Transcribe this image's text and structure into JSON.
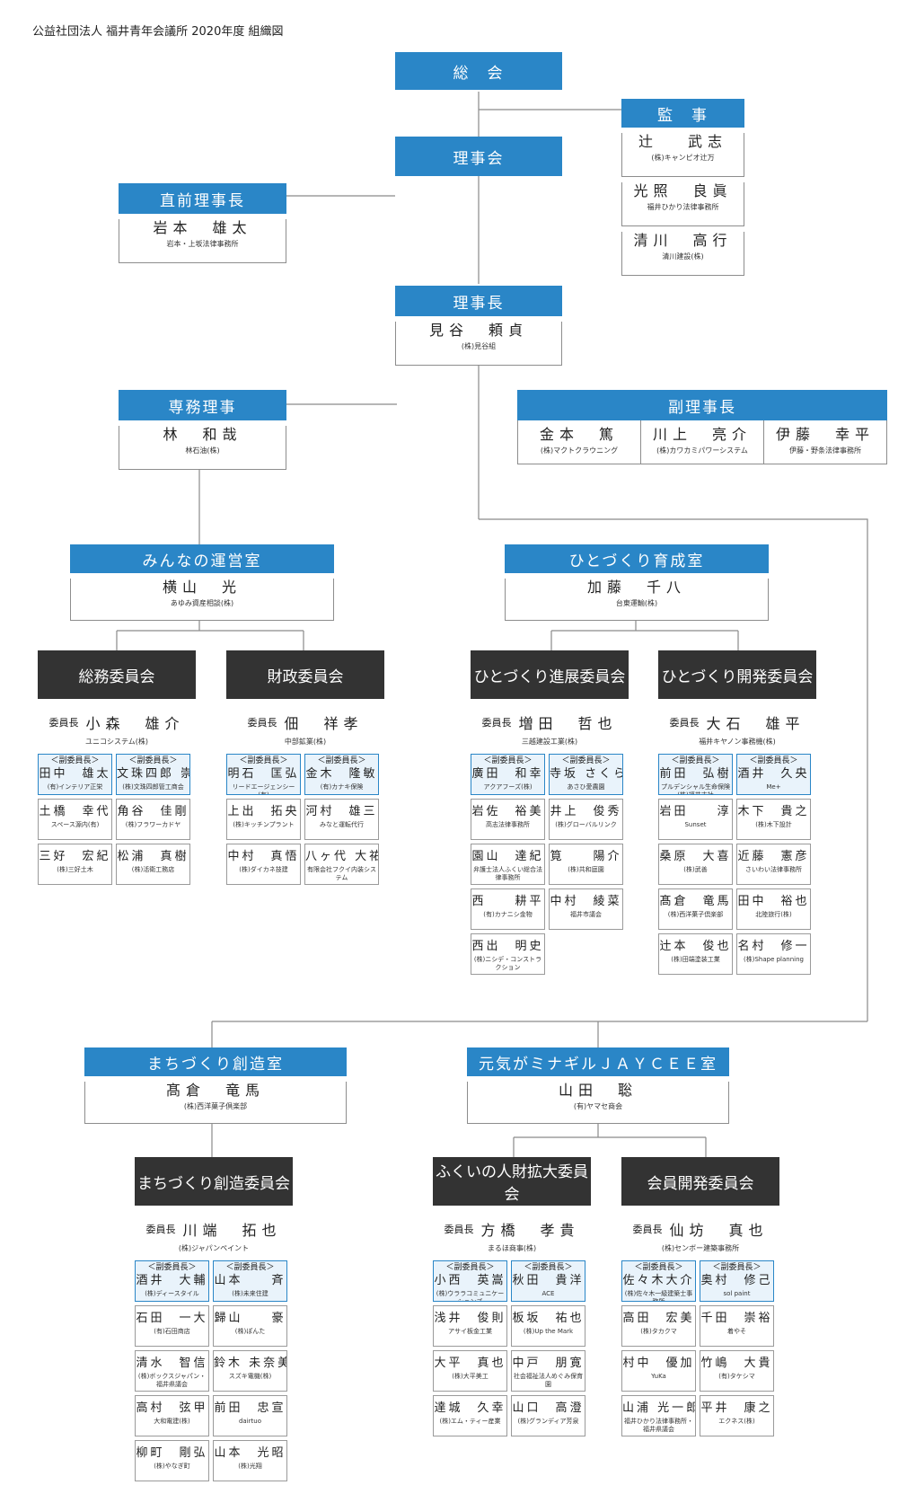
{
  "page_title": "公益社団法人 福井青年会議所 2020年度 組織図",
  "vice_label": "＜副委員長＞",
  "chair_label": "委員長",
  "colors": {
    "blue": "#2a86c7",
    "dark": "#333333",
    "vice_bg": "#e9f3fb",
    "border": "#8d8d8d"
  },
  "top": {
    "soukai": "総　会",
    "rijikai": "理事会",
    "kansa": {
      "title": "監　事",
      "members": [
        {
          "name": "辻　 武志",
          "org": "(株)キャンピオ辻万"
        },
        {
          "name": "光照　良眞",
          "org": "福井ひかり法律事務所"
        },
        {
          "name": "清川　高行",
          "org": "清川建設(株)"
        }
      ]
    },
    "chokuzen": {
      "title": "直前理事長",
      "name": "岩本　雄太",
      "org": "岩本・上坂法律事務所"
    },
    "rijicho": {
      "title": "理事長",
      "name": "見谷　頼貞",
      "org": "(株)見谷組"
    },
    "senmu": {
      "title": "専務理事",
      "name": "林　和哉",
      "org": "林石油(株)"
    },
    "fuku": {
      "title": "副理事長",
      "members": [
        {
          "name": "金本　篤",
          "org": "(株)マクトクラウニング"
        },
        {
          "name": "川上　亮介",
          "org": "(株)カワカミパワーシステム"
        },
        {
          "name": "伊藤　幸平",
          "org": "伊藤・野条法律事務所"
        }
      ]
    }
  },
  "offices": [
    {
      "title": "みんなの運営室",
      "name": "横山　光",
      "org": "あゆみ資産相談(株)"
    },
    {
      "title": "ひとづくり育成室",
      "name": "加藤　千八",
      "org": "台東運輸(株)"
    },
    {
      "title": "まちづくり創造室",
      "name": "髙倉　竜馬",
      "org": "(株)西洋菓子倶楽部"
    },
    {
      "title": "元気がミナギルＪＡＹＣＥＥ室",
      "name": "山田　聡",
      "org": "(有)ヤマセ商会"
    }
  ],
  "committees": [
    {
      "title": "総務委員会",
      "chair": "小森　雄介",
      "chair_org": "ユニコシステム(株)",
      "vices": [
        {
          "name": "田中　雄太",
          "org": "(有)インテリア正栄"
        },
        {
          "name": "文珠四郎 崇之",
          "org": "(株)文珠四郎管工商会"
        }
      ],
      "members": [
        {
          "name": "土橋　幸代",
          "org": "スペース源内(有)"
        },
        {
          "name": "角谷　佳剛",
          "org": "(株)フラワーカドヤ"
        },
        {
          "name": "三好　宏紀",
          "org": "(株)三好土木"
        },
        {
          "name": "松浦　真樹",
          "org": "(株)活衛工務店"
        }
      ]
    },
    {
      "title": "財政委員会",
      "chair": "佃　祥孝",
      "chair_org": "中部鉱業(株)",
      "vices": [
        {
          "name": "明石　匡弘",
          "org": "リードエージェンシー(有)"
        },
        {
          "name": "金木　隆敏",
          "org": "(有)カナキ保険"
        }
      ],
      "members": [
        {
          "name": "上出　拓央",
          "org": "(株)キッチンプラント"
        },
        {
          "name": "河村　雄三",
          "org": "みなと運転代行"
        },
        {
          "name": "中村　真悟",
          "org": "(株)ダイカネ技建"
        },
        {
          "name": "八ヶ代 大祐",
          "org": "有限会社フクイ内装システム"
        }
      ]
    },
    {
      "title": "ひとづくり進展委員会",
      "chair": "増田　哲也",
      "chair_org": "三越建設工業(株)",
      "vices": [
        {
          "name": "廣田　和幸",
          "org": "アクアフーズ(株)"
        },
        {
          "name": "寺坂 さくら",
          "org": "あさひ愛農園"
        }
      ],
      "members": [
        {
          "name": "岩佐　裕美",
          "org": "高志法律事務所"
        },
        {
          "name": "井上　俊秀",
          "org": "(株)グローバルリンク"
        },
        {
          "name": "園山　達紀",
          "org": "弁護士法人ふくい総合法律事務所"
        },
        {
          "name": "筧　　陽介",
          "org": "(株)共和庭園"
        },
        {
          "name": "西　　耕平",
          "org": "(有)カナニシ金物"
        },
        {
          "name": "中村　綾菜",
          "org": "福井市議会"
        },
        {
          "name": "西出　明史",
          "org": "(株)ニシデ・コンストラクション"
        }
      ]
    },
    {
      "title": "ひとづくり開発委員会",
      "chair": "大石　雄平",
      "chair_org": "福井キヤノン事務機(株)",
      "vices": [
        {
          "name": "前田　弘樹",
          "org": "プルデンシャル生命保険(株)福井支社"
        },
        {
          "name": "酒井　久央",
          "org": "Me+"
        }
      ],
      "members": [
        {
          "name": "岩田　　淳",
          "org": "Sunset"
        },
        {
          "name": "木下　貴之",
          "org": "(株)木下設計"
        },
        {
          "name": "桑原　大喜",
          "org": "(株)武善"
        },
        {
          "name": "近藤　憲彦",
          "org": "さいわい法律事務所"
        },
        {
          "name": "髙倉　竜馬",
          "org": "(株)西洋菓子倶楽部"
        },
        {
          "name": "田中　裕也",
          "org": "北陸旅行(株)"
        },
        {
          "name": "辻本　俊也",
          "org": "(株)田端塗装工業"
        },
        {
          "name": "名村　修一",
          "org": "(株)Shape planning"
        }
      ]
    },
    {
      "title": "まちづくり創造委員会",
      "chair": "川端　拓也",
      "chair_org": "(株)ジャパンペイント",
      "vices": [
        {
          "name": "酒井　大輔",
          "org": "(株)ディースタイル"
        },
        {
          "name": "山本　　斉",
          "org": "(株)未来住建"
        }
      ],
      "members": [
        {
          "name": "石田　一大",
          "org": "(有)石田商店"
        },
        {
          "name": "歸山　　豪",
          "org": "(株)ぽんた"
        },
        {
          "name": "清水　智信",
          "org": "(株)ボックスジャパン・\n福井県議会"
        },
        {
          "name": "鈴木 未奈美",
          "org": "スズキ電機(株)"
        },
        {
          "name": "高村　弦甲",
          "org": "大和電建(株)"
        },
        {
          "name": "前田　忠宣",
          "org": "dairtuo"
        },
        {
          "name": "柳町　剛弘",
          "org": "(株)やなぎ町"
        },
        {
          "name": "山本　光昭",
          "org": "(株)光翔"
        }
      ]
    },
    {
      "title": "ふくいの人財拡大委員会",
      "chair": "方橋　孝貴",
      "chair_org": "まるほ商事(株)",
      "vices": [
        {
          "name": "小西　英嵩",
          "org": "(株)ウララコミュニケーションズ"
        },
        {
          "name": "秋田　貴洋",
          "org": "ACE"
        }
      ],
      "members": [
        {
          "name": "浅井　俊則",
          "org": "アサイ板金工業"
        },
        {
          "name": "板坂　祐也",
          "org": "(株)Up the Mark"
        },
        {
          "name": "大平　真也",
          "org": "(株)大平美工"
        },
        {
          "name": "中戸　朋寛",
          "org": "社会福祉法人めぐみ保育園"
        },
        {
          "name": "達城　久幸",
          "org": "(株)エム・ティー産業"
        },
        {
          "name": "山口　高澄",
          "org": "(株)グランディア芳泉"
        }
      ]
    },
    {
      "title": "会員開発委員会",
      "chair": "仙坊　真也",
      "chair_org": "(株)センボー建築事務所",
      "vices": [
        {
          "name": "佐々木大介",
          "org": "(株)佐々木一級建築士事務所"
        },
        {
          "name": "奥村　修己",
          "org": "sol paint"
        }
      ],
      "members": [
        {
          "name": "高田　宏美",
          "org": "(株)タカクマ"
        },
        {
          "name": "千田　崇裕",
          "org": "着やそ"
        },
        {
          "name": "村中　優加",
          "org": "YuKa"
        },
        {
          "name": "竹嶋　大貴",
          "org": "(有)タケシマ"
        },
        {
          "name": "山浦 光一郎",
          "org": "福井ひかり法律事務所・\n福井県議会"
        },
        {
          "name": "平井　康之",
          "org": "エクネス(株)"
        }
      ]
    }
  ]
}
